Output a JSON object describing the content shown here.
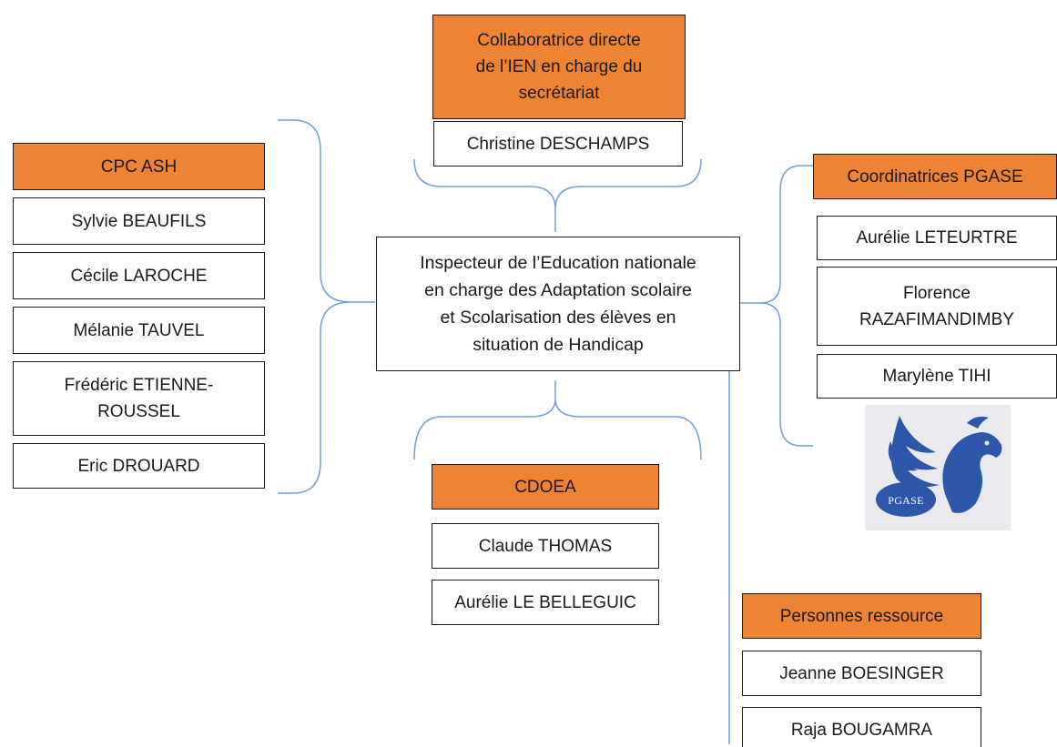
{
  "secretariat": {
    "header": "Collaboratrice directe\nde l’IEN en charge du\nsecrétariat",
    "members": [
      "Christine DESCHAMPS"
    ]
  },
  "cpc_ash": {
    "header": "CPC ASH",
    "members": [
      "Sylvie BEAUFILS",
      "Cécile LAROCHE",
      "Mélanie TAUVEL",
      "Frédéric ETIENNE-\nROUSSEL",
      "Eric DROUARD"
    ]
  },
  "center": {
    "text": "Inspecteur de l’Education nationale\nen charge des Adaptation scolaire\net Scolarisation des élèves en\nsituation de Handicap"
  },
  "pgase": {
    "header": "Coordinatrices  PGASE",
    "members": [
      "Aurélie LETEURTRE",
      "Florence\nRAZAFIMANDIMBY",
      "Marylène TIHI"
    ],
    "logo_text": "PGASE"
  },
  "cdoea": {
    "header": "CDOEA",
    "members": [
      "Claude THOMAS",
      "Aurélie LE BELLEGUIC"
    ]
  },
  "ressource": {
    "header": "Personnes ressource",
    "members": [
      "Jeanne BOESINGER",
      "Raja BOUGAMRA"
    ]
  },
  "colors": {
    "header_fill": "#ee8433",
    "connector": "#6f9ed8",
    "border": "#1a1a1a"
  }
}
